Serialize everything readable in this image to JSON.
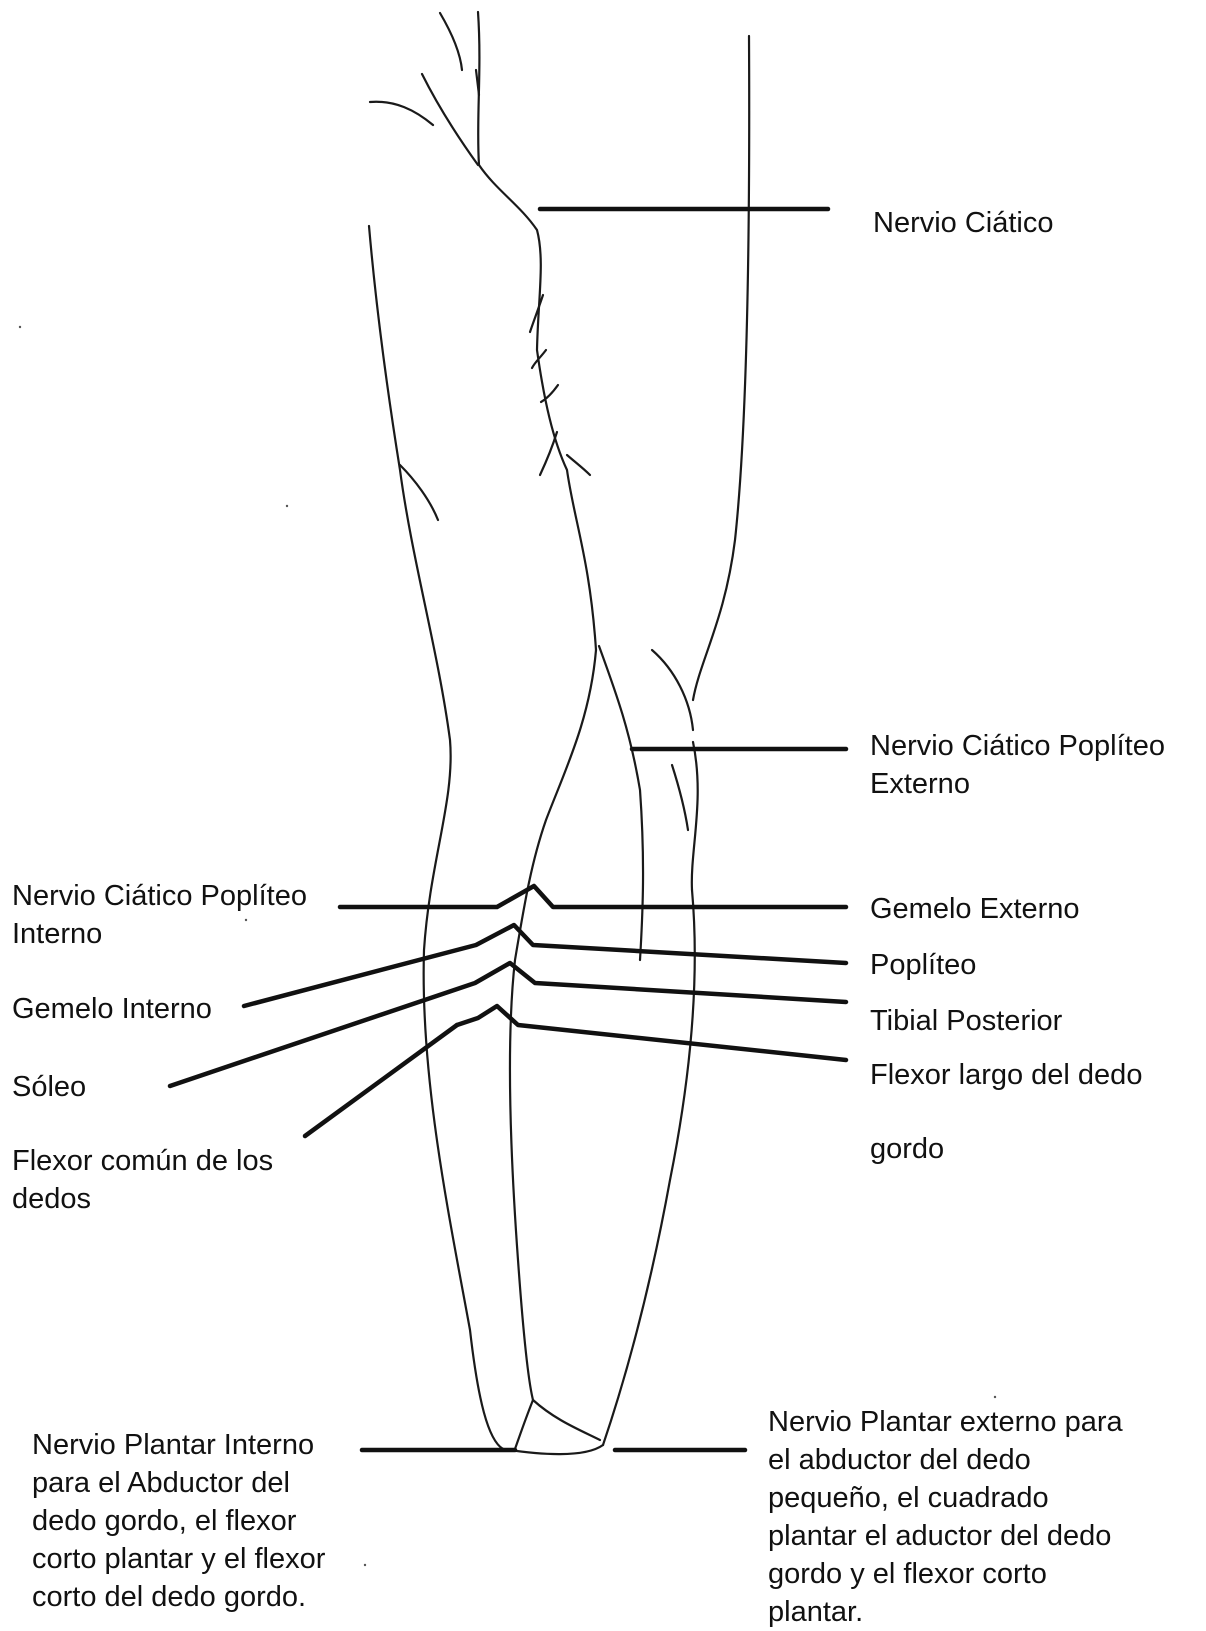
{
  "labels": {
    "nervio_ciatico": "Nervio Ciático",
    "ciatico_popliteo_externo": "Nervio Ciático Poplíteo\nExterno",
    "ciatico_popliteo_interno": "Nervio Ciático Poplíteo\nInterno",
    "gemelo_externo": "Gemelo Externo",
    "popliteo": "Poplíteo",
    "tibial_posterior": "Tibial Posterior",
    "flexor_largo": "Flexor largo del dedo\n\ngordo",
    "gemelo_interno": "Gemelo Interno",
    "soleo": "Sóleo",
    "flexor_comun": "Flexor común de los\ndedos",
    "plantar_interno": "Nervio Plantar Interno\npara el Abductor del\ndedo gordo, el flexor\ncorto  plantar y el flexor\ncorto del dedo gordo.",
    "plantar_externo": "Nervio Plantar externo para\nel abductor del dedo\npequeño, el cuadrado\nplantar el aductor del dedo\ngordo y el flexor corto\nplantar."
  }
}
